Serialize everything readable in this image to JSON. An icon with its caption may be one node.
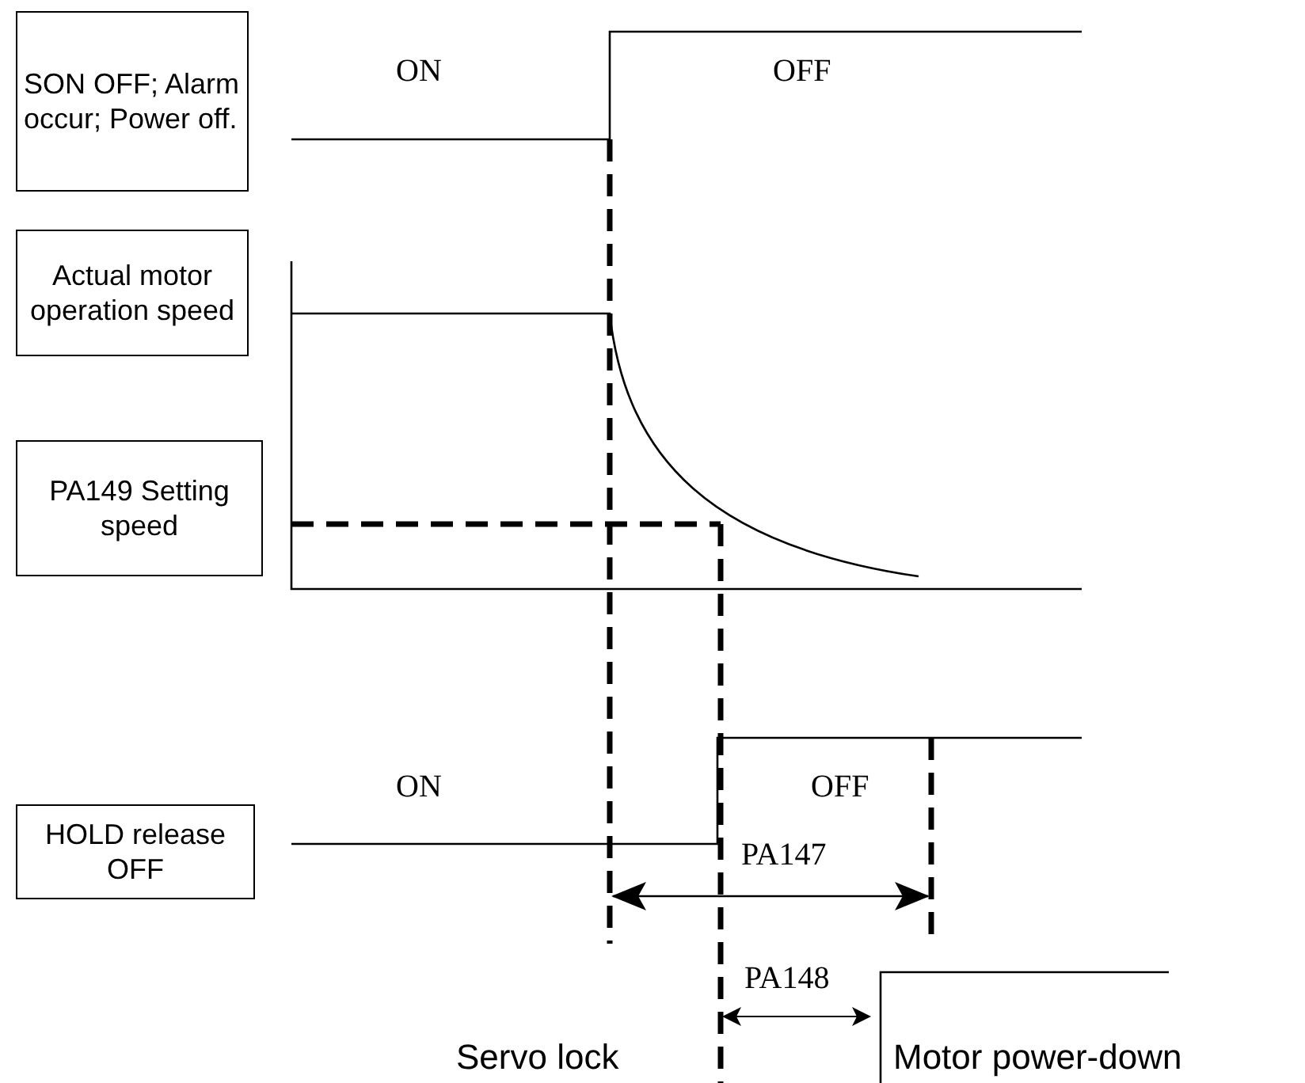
{
  "diagram": {
    "nodes": [
      {
        "text": [
          "SON OFF; Alarm occur; Power off."
        ]
      },
      {
        "text": [
          "Actual motor operation speed"
        ]
      },
      {
        "text": [
          "PA149 Setting speed"
        ]
      },
      {
        "text": [
          "HOLD release OFF"
        ]
      }
    ],
    "labels": [
      "ON",
      "OFF",
      "ON",
      "OFF",
      "PA147",
      "PA148",
      "Servo lock",
      "Motor power-down"
    ]
  }
}
